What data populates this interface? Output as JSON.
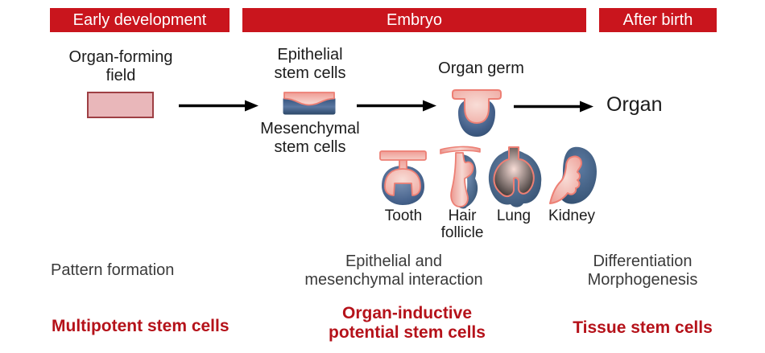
{
  "headers": {
    "early": "Early development",
    "embryo": "Embryo",
    "after_birth": "After birth"
  },
  "flow": {
    "organ_forming_field": "Organ-forming\nfield",
    "epithelial_stem_cells": "Epithelial\nstem cells",
    "mesenchymal_stem_cells": "Mesenchymal\nstem cells",
    "organ_germ": "Organ germ",
    "organ": "Organ"
  },
  "organ_examples": [
    {
      "label": "Tooth",
      "icon": "tooth-germ-icon"
    },
    {
      "label": "Hair\nfollicle",
      "icon": "hair-follicle-icon"
    },
    {
      "label": "Lung",
      "icon": "lung-icon"
    },
    {
      "label": "Kidney",
      "icon": "kidney-icon"
    }
  ],
  "stage_descriptions": {
    "early": "Pattern formation",
    "embryo": "Epithelial and\nmesenchymal interaction",
    "after_birth": "Differentiation\nMorphogenesis"
  },
  "stem_cell_types": {
    "early": "Multipotent stem cells",
    "embryo": "Organ-inductive\npotential stem cells",
    "after_birth": "Tissue stem cells"
  },
  "colors": {
    "header_red": "#c9151d",
    "accent_red": "#b5121a",
    "text_dark": "#1c1c1c",
    "text_gray": "#3a3a3a",
    "field_pink_fill": "#e9b7ba",
    "field_pink_border": "#9e3f44",
    "epithelium_salmon": "#ed7f74",
    "epithelium_pink": "#f3b9b3",
    "mesenchyme_blue_dark": "#2c4868",
    "mesenchyme_blue_light": "#6d89ad",
    "arrow_black": "#000000"
  }
}
